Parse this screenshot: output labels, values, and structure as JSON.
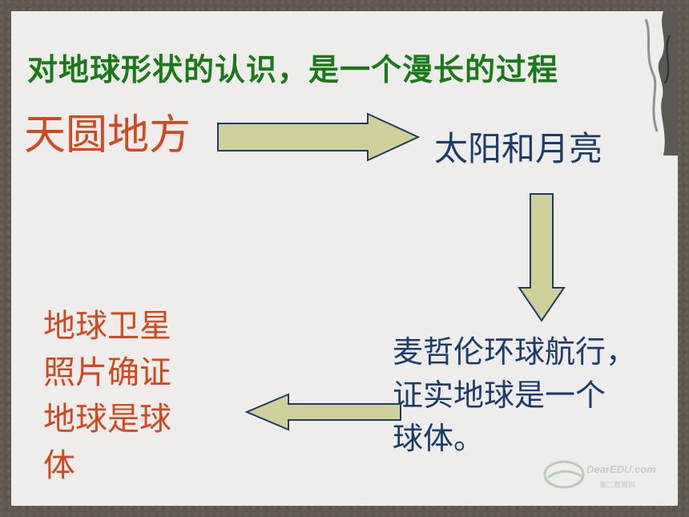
{
  "title": "对地球形状的认识，是一个漫长的过程",
  "nodes": {
    "n1": "天圆地方",
    "n2": "太阳和月亮",
    "n3_lines": [
      "麦哲伦环球航行，",
      "证实地球是一个",
      "球体。"
    ],
    "n4_lines": [
      "地球卫星",
      "照片确证",
      "地球是球",
      "体"
    ]
  },
  "arrows": [
    {
      "from": "天圆地方",
      "to": "太阳和月亮",
      "direction": "right"
    },
    {
      "from": "太阳和月亮",
      "to": "麦哲伦环球航行",
      "direction": "down"
    },
    {
      "from": "麦哲伦环球航行",
      "to": "地球卫星照片",
      "direction": "left"
    }
  ],
  "colors": {
    "title": "#1a7a1a",
    "highlight": "#cf4a1e",
    "body": "#1c3d6b",
    "arrow_fill": "#cfcf9a",
    "arrow_stroke": "#1c3d6b",
    "frame": "#5f5750",
    "slide": "#eeedeb"
  },
  "watermark": {
    "brand": "DearEDU.com",
    "sub": "第二教育网"
  }
}
